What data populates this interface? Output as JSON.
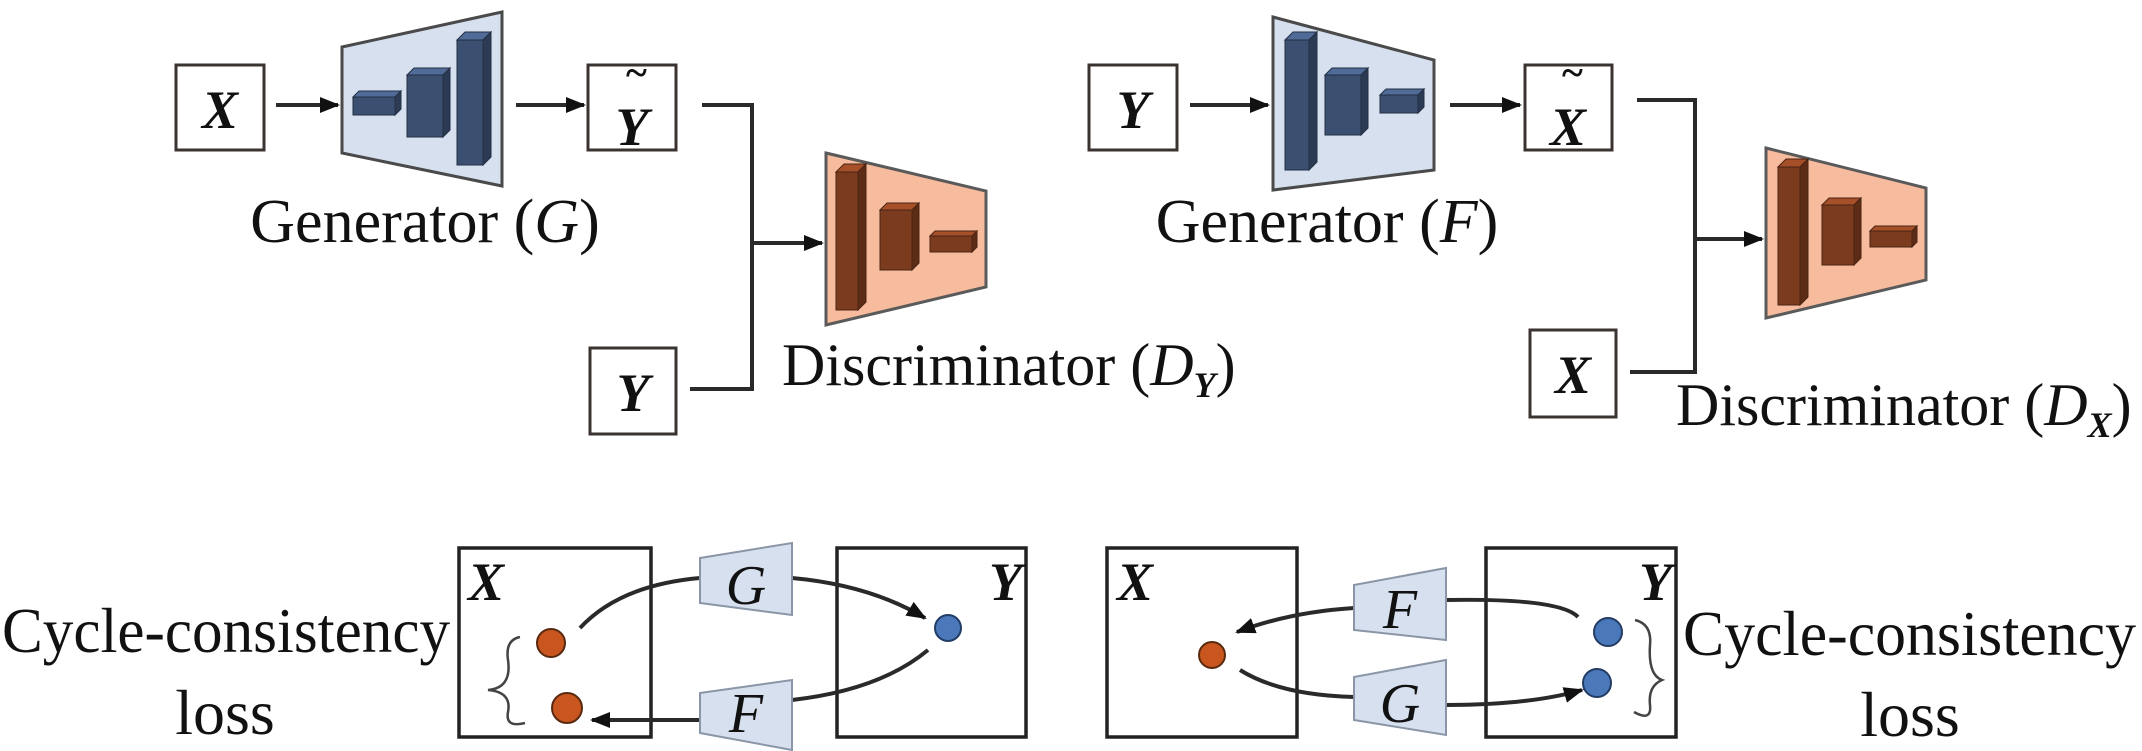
{
  "top_left": {
    "input": "X",
    "output_var": "Y",
    "output_tilde": "~",
    "real": "Y",
    "generator_label": "Generator (",
    "generator_var": "G",
    "close": ")",
    "discriminator_label": "Discriminator (",
    "discriminator_var": "D",
    "discriminator_sub": "Y"
  },
  "top_right": {
    "input": "Y",
    "output_var": "X",
    "output_tilde": "~",
    "real": "X",
    "generator_label": "Generator (",
    "generator_var": "F",
    "close": ")",
    "discriminator_label": "Discriminator (",
    "discriminator_var": "D",
    "discriminator_sub": "X"
  },
  "bottom_left": {
    "domain_x": "X",
    "domain_y": "Y",
    "forward": "G",
    "backward": "F",
    "caption_line1": "Cycle-consistency",
    "caption_line2": "loss"
  },
  "bottom_right": {
    "domain_x": "X",
    "domain_y": "Y",
    "forward": "F",
    "backward": "G",
    "caption_line1": "Cycle-consistency",
    "caption_line2": "loss"
  },
  "colors": {
    "generator_fill": "#d6e0ef",
    "generator_blocks": "#3b4f70",
    "discriminator_fill": "#f7bb9d",
    "discriminator_blocks": "#7b3b1e",
    "sample_x": "#c8561e",
    "sample_y": "#4a78b8"
  }
}
